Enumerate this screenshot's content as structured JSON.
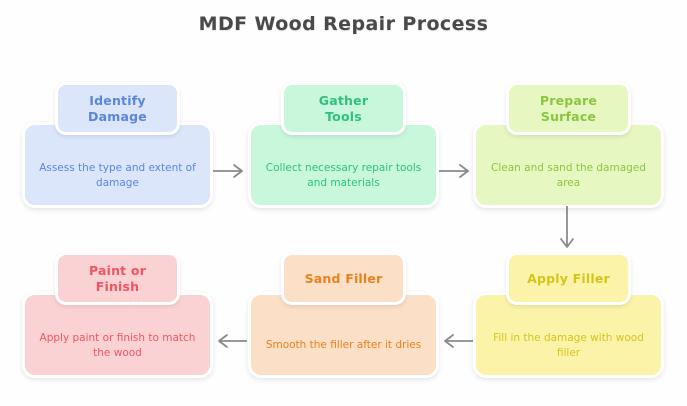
{
  "diagram": {
    "title": "MDF Wood Repair Process",
    "background_color": "#fefefe",
    "title_color": "#4a4a4a",
    "connector_color": "#8a8a8a",
    "layout": "snake-flowchart-3x2",
    "nodes": [
      {
        "id": "identify-damage",
        "step": 1,
        "title": "Identify\nDamage",
        "title_line1": "Identify",
        "title_line2": "Damage",
        "description": "Assess the type and extent of damage",
        "color": "#dbe6fb",
        "text_color": "#5b86e0",
        "color_name": "blue"
      },
      {
        "id": "gather-tools",
        "step": 2,
        "title": "Gather\nTools",
        "title_line1": "Gather",
        "title_line2": "Tools",
        "description": "Collect necessary repair tools and materials",
        "color": "#c9f7dc",
        "text_color": "#2ec27e",
        "color_name": "green"
      },
      {
        "id": "prepare-surface",
        "step": 3,
        "title": "Prepare\nSurface",
        "title_line1": "Prepare",
        "title_line2": "Surface",
        "description": "Clean and sand the damaged area",
        "color": "#e6f7c2",
        "text_color": "#8cc63f",
        "color_name": "lime"
      },
      {
        "id": "apply-filler",
        "step": 4,
        "title": "Apply Filler",
        "title_line1": "Apply Filler",
        "title_line2": "",
        "description": "Fill in the damage with wood filler",
        "color": "#fbf3a8",
        "text_color": "#d4c51e",
        "color_name": "yellow"
      },
      {
        "id": "sand-filler",
        "step": 5,
        "title": "Sand Filler",
        "title_line1": "Sand Filler",
        "title_line2": "",
        "description": "Smooth the filler after it dries",
        "color": "#fbdfc6",
        "text_color": "#e8821e",
        "color_name": "peach"
      },
      {
        "id": "paint-or-finish",
        "step": 6,
        "title": "Paint or\nFinish",
        "title_line1": "Paint or",
        "title_line2": "Finish",
        "description": "Apply paint or finish to match the wood",
        "color": "#fbd2d4",
        "text_color": "#f05561",
        "color_name": "pink"
      }
    ],
    "connectors": [
      {
        "id": "arrow-1-2",
        "from": "identify-damage",
        "to": "gather-tools",
        "direction": "right"
      },
      {
        "id": "arrow-2-3",
        "from": "gather-tools",
        "to": "prepare-surface",
        "direction": "right"
      },
      {
        "id": "arrow-3-4",
        "from": "prepare-surface",
        "to": "apply-filler",
        "direction": "down"
      },
      {
        "id": "arrow-4-5",
        "from": "apply-filler",
        "to": "sand-filler",
        "direction": "left"
      },
      {
        "id": "arrow-5-6",
        "from": "sand-filler",
        "to": "paint-or-finish",
        "direction": "left"
      }
    ]
  }
}
